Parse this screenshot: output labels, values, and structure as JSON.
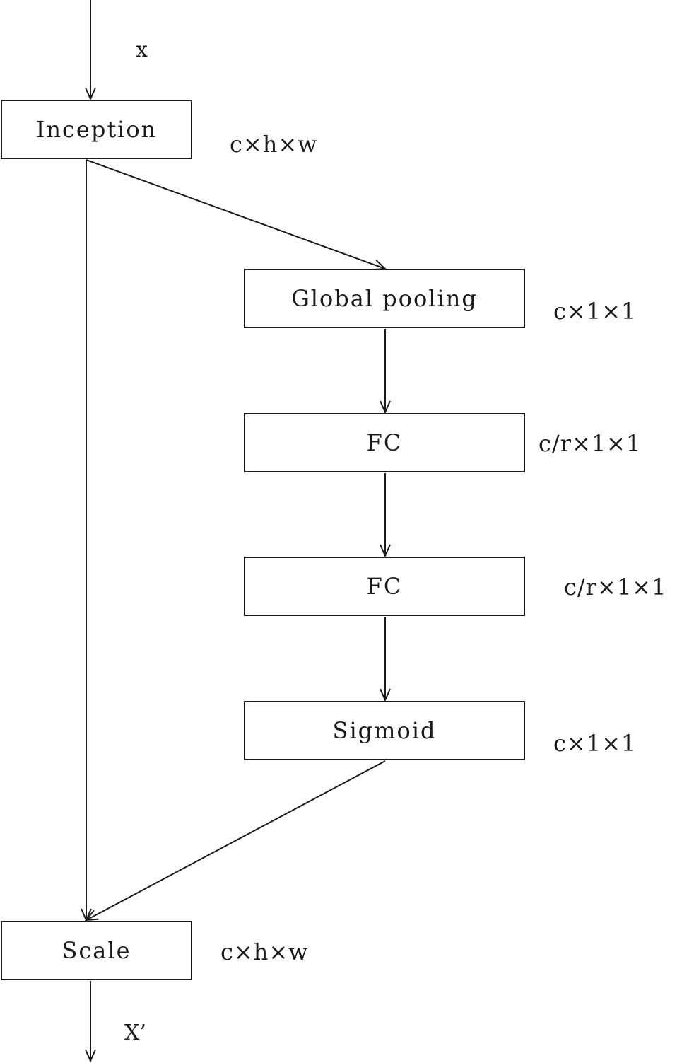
{
  "input_label": "x",
  "output_label": "X’",
  "blocks": {
    "inception": {
      "label": "Inception",
      "dims": "c×h×w"
    },
    "global_pooling": {
      "label": "Global pooling",
      "dims": "c×1×1"
    },
    "fc1": {
      "label": "FC",
      "dims": "c/r×1×1"
    },
    "fc2": {
      "label": "FC",
      "dims": "c/r×1×1"
    },
    "sigmoid": {
      "label": "Sigmoid",
      "dims": "c×1×1"
    },
    "scale": {
      "label": "Scale",
      "dims": "c×h×w"
    }
  }
}
